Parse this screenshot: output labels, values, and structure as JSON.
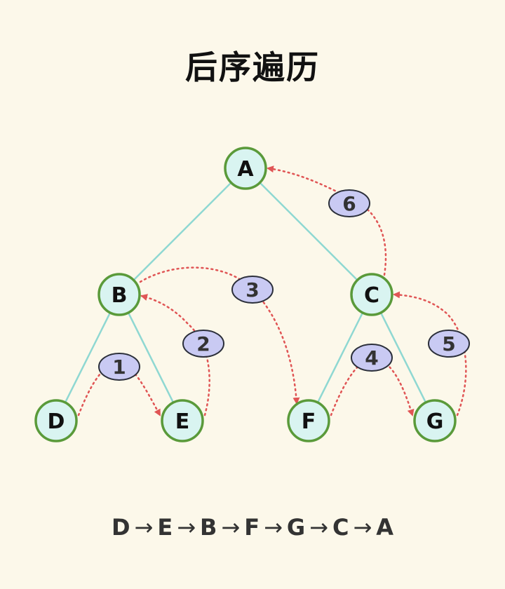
{
  "title": "后序遍历",
  "colors": {
    "edge": "#8fd8d2",
    "node_fill": "#d9f4f1",
    "node_stroke": "#5a9a3a",
    "path": "#e05555",
    "badge_fill": "#c9caf3",
    "badge_stroke": "#2b2f3a",
    "text": "#111111"
  },
  "nodes": [
    {
      "id": "A",
      "label": "A"
    },
    {
      "id": "B",
      "label": "B"
    },
    {
      "id": "C",
      "label": "C"
    },
    {
      "id": "D",
      "label": "D"
    },
    {
      "id": "E",
      "label": "E"
    },
    {
      "id": "F",
      "label": "F"
    },
    {
      "id": "G",
      "label": "G"
    }
  ],
  "edges": [
    {
      "from": "A",
      "to": "B"
    },
    {
      "from": "A",
      "to": "C"
    },
    {
      "from": "B",
      "to": "D"
    },
    {
      "from": "B",
      "to": "E"
    },
    {
      "from": "C",
      "to": "F"
    },
    {
      "from": "C",
      "to": "G"
    }
  ],
  "steps": [
    {
      "label": "1",
      "from": "D",
      "to": "E"
    },
    {
      "label": "2",
      "from": "E",
      "to": "B"
    },
    {
      "label": "3",
      "from": "B",
      "to": "F"
    },
    {
      "label": "4",
      "from": "F",
      "to": "G"
    },
    {
      "label": "5",
      "from": "G",
      "to": "C"
    },
    {
      "label": "6",
      "from": "C",
      "to": "A"
    }
  ],
  "sequence": [
    "D",
    "E",
    "B",
    "F",
    "G",
    "C",
    "A"
  ],
  "sequence_separator": "→"
}
